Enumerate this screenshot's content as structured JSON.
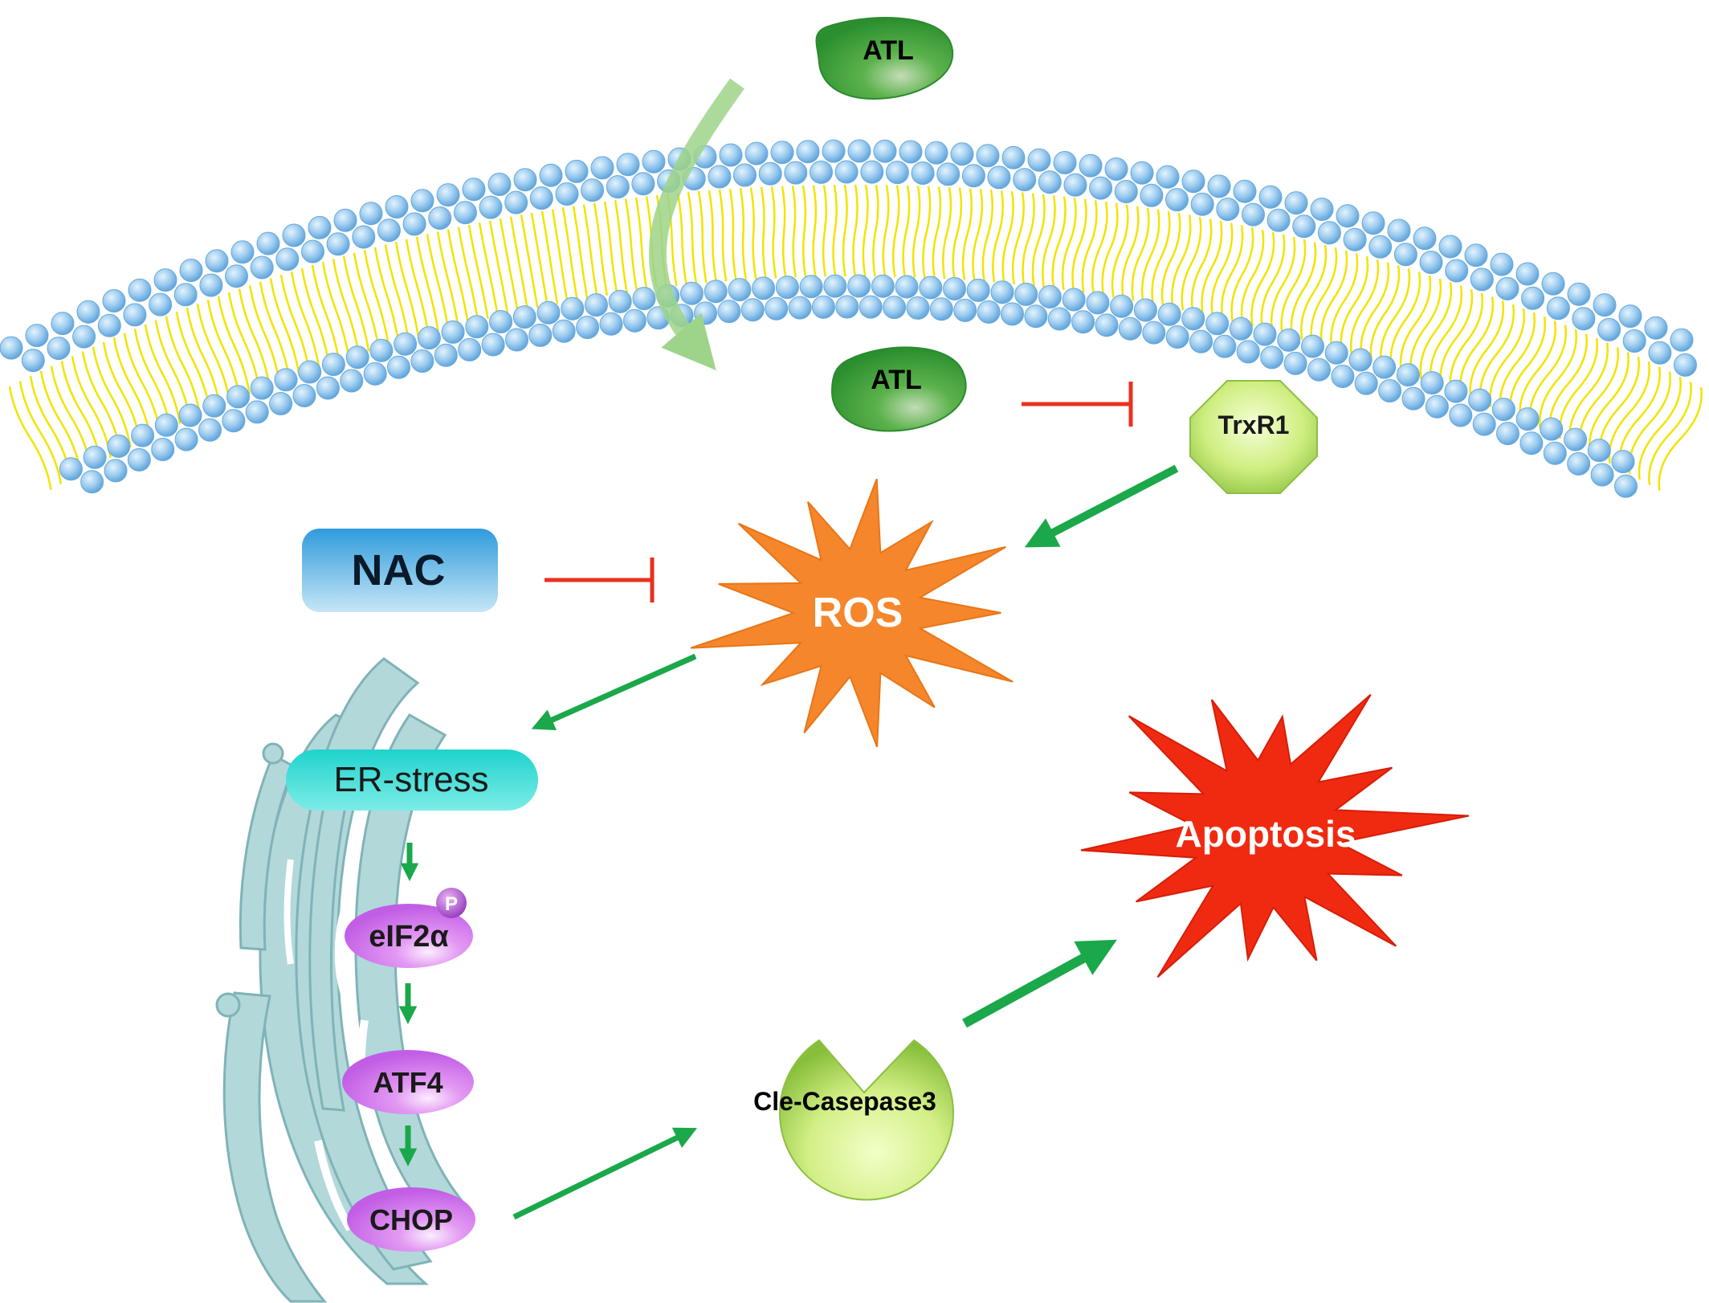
{
  "nodes": {
    "atl_outside": {
      "label": "ATL"
    },
    "atl_inside": {
      "label": "ATL"
    },
    "trxr1": {
      "label": "TrxR1"
    },
    "nac": {
      "label": "NAC"
    },
    "ros": {
      "label": "ROS"
    },
    "er_stress": {
      "label": "ER-stress"
    },
    "phospho": {
      "label": "P"
    },
    "eif2a": {
      "label": "eIF2α"
    },
    "atf4": {
      "label": "ATF4"
    },
    "chop": {
      "label": "CHOP"
    },
    "cle_caspase3": {
      "label": "Cle-Casepase3"
    },
    "apoptosis": {
      "label": "Apoptosis"
    }
  },
  "colors": {
    "activation": "#1aa84a",
    "inhibition": "#e8321e",
    "membrane_head": "#8fc3ec",
    "membrane_tail": "#f2e400",
    "ros_fill": "#f5862b",
    "apoptosis_fill": "#f02a10",
    "er_fill": "#b2d8da",
    "er_stress_fill": "#32d9d4",
    "protein_purple": "#d77cf0",
    "atl_green": "#43a63a",
    "trxr1_fill": "#c6ec70",
    "nac_blue": "#57b6e8"
  }
}
